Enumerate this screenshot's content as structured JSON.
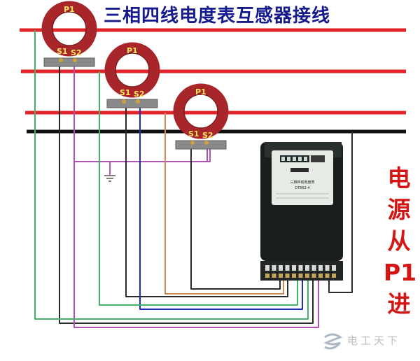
{
  "title": "三相四线电度表互感器接线",
  "note_lines": [
    "电",
    "源",
    "从",
    "P1",
    "进"
  ],
  "transformers": [
    {
      "p_label": "P1",
      "s1_label": "S1",
      "s2_label": "S2"
    },
    {
      "p_label": "P1",
      "s1_label": "S1",
      "s2_label": "S2"
    },
    {
      "p_label": "P1",
      "s1_label": "S1",
      "s2_label": "S2"
    }
  ],
  "meter_plate": [
    "三相四线电度表",
    "DT862-4"
  ],
  "watermark": "电工天下",
  "colors": {
    "phase_line": "#e2232a",
    "neutral_line": "#111111",
    "ct_body": "#a8252a",
    "title": "#151a8c",
    "note": "#d51414",
    "wire_green": "#43b36a",
    "wire_purple": "#b153b5",
    "wire_orange": "#d68a55",
    "wire_blue": "#1d2fb7",
    "wire_black": "#2a2a2a"
  },
  "icons": [
    "ground-symbol-icon",
    "watermark-logo-icon"
  ]
}
